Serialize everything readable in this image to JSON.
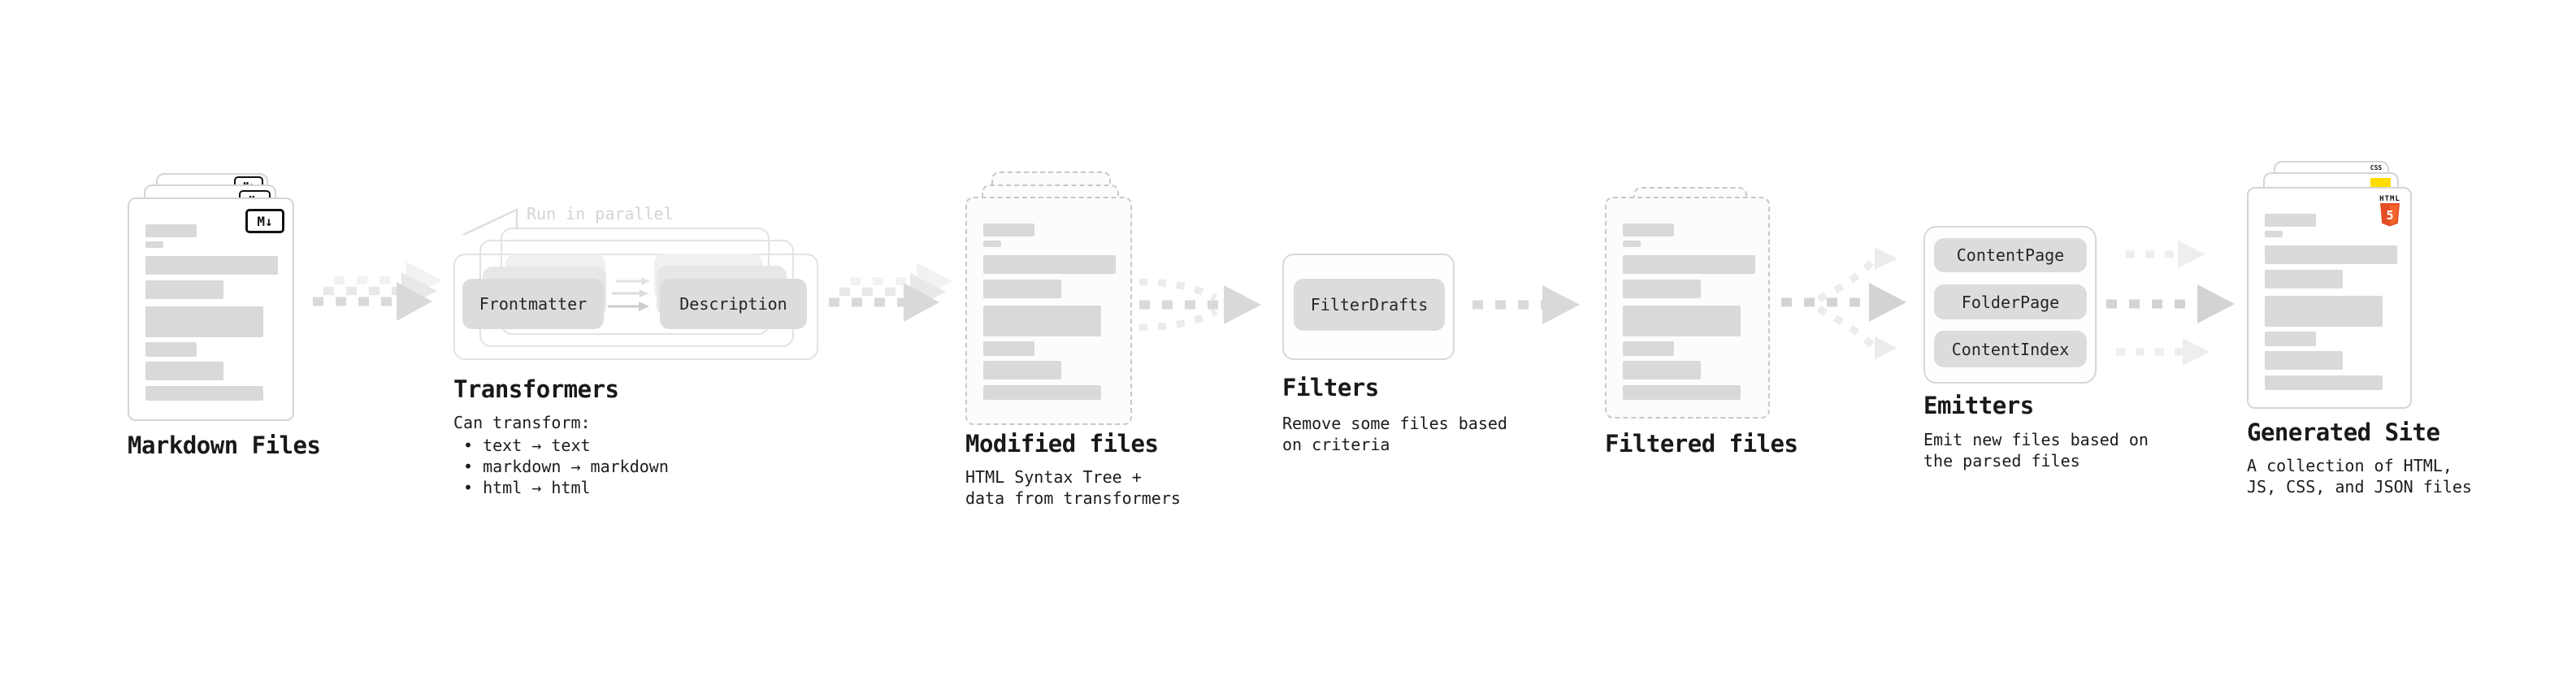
{
  "nodes": {
    "markdown": {
      "label": "Markdown Files",
      "badge": "M↓"
    },
    "transformers": {
      "heading": "Transformers",
      "note": "Run in parallel",
      "pill_left": "Frontmatter",
      "pill_right": "Description",
      "desc_title": "Can transform:",
      "bullets": [
        "• text → text",
        "• markdown → markdown",
        "• html → html"
      ]
    },
    "modified": {
      "label": "Modified files",
      "sub": [
        "HTML Syntax Tree +",
        "data from transformers"
      ]
    },
    "filters": {
      "heading": "Filters",
      "pill": "FilterDrafts",
      "sub": [
        "Remove some files based",
        "on criteria"
      ]
    },
    "filtered": {
      "label": "Filtered files"
    },
    "emitters": {
      "heading": "Emitters",
      "pills": [
        "ContentPage",
        "FolderPage",
        "ContentIndex"
      ],
      "sub": [
        "Emit new files based on",
        "the parsed files"
      ]
    },
    "generated": {
      "label": "Generated Site",
      "sub": [
        "A collection of HTML,",
        "JS, CSS, and JSON files"
      ],
      "badges": {
        "css": "CSS",
        "html_word": "HTML",
        "html_number": "5"
      }
    }
  },
  "doc_bars": [
    {
      "t": 31,
      "w": 63,
      "h": 16
    },
    {
      "t": 52,
      "w": 22,
      "h": 8
    },
    {
      "t": 70,
      "w": 163,
      "h": 23
    },
    {
      "t": 100,
      "w": 96,
      "h": 23
    },
    {
      "t": 132,
      "w": 145,
      "h": 38
    },
    {
      "t": 176,
      "w": 63,
      "h": 18
    },
    {
      "t": 200,
      "w": 96,
      "h": 23
    },
    {
      "t": 230,
      "w": 145,
      "h": 18
    }
  ],
  "colors": {
    "page_border": "#d5d5d5",
    "dashed_border": "#c9c9c9",
    "bar_gray": "#d9d9d9",
    "pill_gray": "#dcdcdc",
    "arrow_main": "#d9d9d9",
    "arrow_light": "#ececec",
    "note_gray": "#d4d4d4",
    "css_blue": "#2965f1",
    "js_yellow": "#ffdd00",
    "html5_orange": "#e44d26",
    "html5_orange_light": "#f16529"
  }
}
